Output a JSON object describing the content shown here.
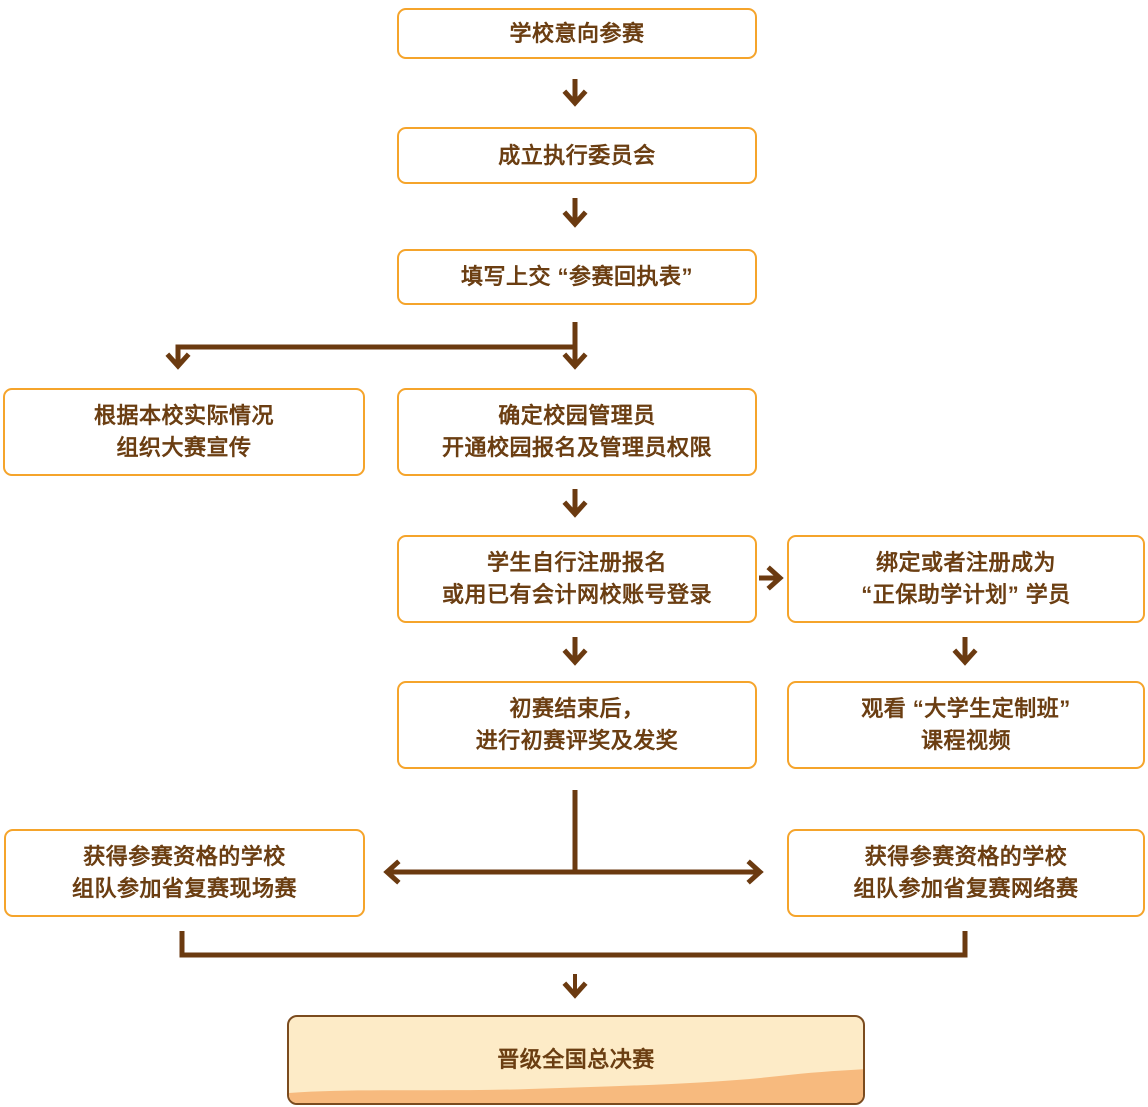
{
  "colors": {
    "box_border": "#F5A42B",
    "box_background": "#FFFFFF",
    "text": "#6B3E12",
    "connector": "#6B3A10",
    "finals_border": "#7B4B1E",
    "finals_background": "#FDEBC7",
    "finals_wave": "#F7BA7E",
    "page_background": "#FFFFFF"
  },
  "nodes": {
    "school_intent": {
      "label": "学校意向参赛"
    },
    "committee": {
      "label": "成立执行委员会"
    },
    "receipt": {
      "label": "填写上交 “参赛回执表”"
    },
    "promotion": {
      "lines": [
        "根据本校实际情况",
        "组织大赛宣传"
      ]
    },
    "admin": {
      "lines": [
        "确定校园管理员",
        "开通校园报名及管理员权限"
      ]
    },
    "register": {
      "lines": [
        "学生自行注册报名",
        "或用已有会计网校账号登录"
      ]
    },
    "zhengbao": {
      "lines": [
        "绑定或者注册成为",
        "“正保助学计划” 学员"
      ]
    },
    "preliminary": {
      "lines": [
        "初赛结束后，",
        "进行初赛评奖及发奖"
      ]
    },
    "course": {
      "lines": [
        "观看 “大学生定制班”",
        "课程视频"
      ]
    },
    "onsite": {
      "lines": [
        "获得参赛资格的学校",
        "组队参加省复赛现场赛"
      ]
    },
    "online": {
      "lines": [
        "获得参赛资格的学校",
        "组队参加省复赛网络赛"
      ]
    },
    "finals": {
      "label": "晋级全国总决赛"
    }
  }
}
